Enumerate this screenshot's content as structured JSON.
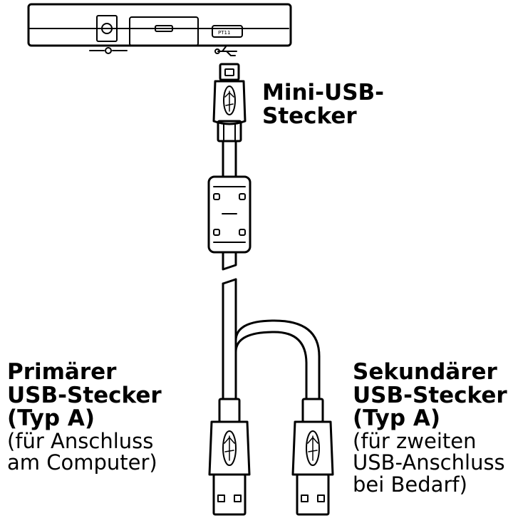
{
  "labels": {
    "mini_usb": {
      "line1": "Mini-USB-",
      "line2": "Stecker"
    },
    "primary": {
      "line1": "Primärer",
      "line2": "USB-Stecker",
      "line3": "(Typ A)",
      "line4": "(für Anschluss",
      "line5": "am Computer)"
    },
    "secondary": {
      "line1": "Sekundärer",
      "line2": "USB-Stecker",
      "line3": "(Typ A)",
      "line4": "(für zweiten",
      "line5": "USB-Anschluss",
      "line6": "bei Bedarf)"
    }
  },
  "device": {
    "port_label": "PT11"
  },
  "colors": {
    "stroke": "#000000",
    "background": "#ffffff"
  }
}
